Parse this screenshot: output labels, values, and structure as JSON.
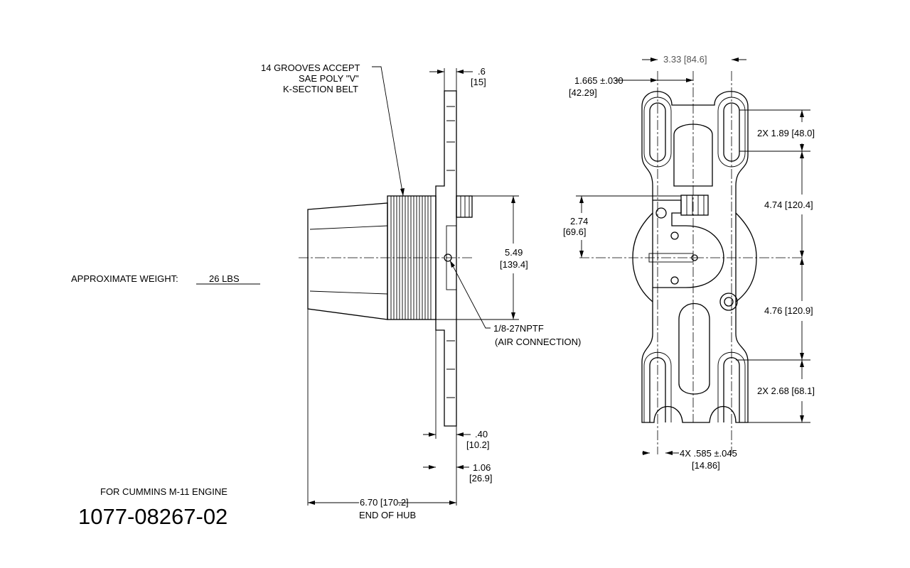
{
  "labels": {
    "grooves_1": "14 GROOVES ACCEPT",
    "grooves_2": "SAE POLY \"V\"",
    "grooves_3": "K-SECTION BELT",
    "weight_label": "APPROXIMATE WEIGHT:",
    "weight_value": "26 LBS",
    "air_1": "1/8-27NPTF",
    "air_2": "(AIR CONNECTION)",
    "engine": "FOR CUMMINS M-11 ENGINE",
    "part_number": "1077-08267-02"
  },
  "dimensions": {
    "flange_thickness": ".6",
    "flange_thickness_mm": "[15]",
    "pulley_dia": "5.49",
    "pulley_dia_mm": "[139.4]",
    "d040": ".40",
    "d040_mm": "[10.2]",
    "d106": "1.06",
    "d106_mm": "[26.9]",
    "end_of_hub": "6.70 [170.2]",
    "end_of_hub_label": "END OF HUB",
    "slot_spacing": "3.33 [84.6]",
    "slot_offset": "1.665 ±.030",
    "slot_offset_mm": "[42.29]",
    "upper_slot_len": "2X 1.89 [48.0]",
    "upper_to_center": "4.74 [120.4]",
    "air_height": "2.74",
    "air_height_mm": "[69.6]",
    "center_to_lower": "4.76 [120.9]",
    "lower_slot_len": "2X 2.68 [68.1]",
    "slot_width": "4X .585 ±.045",
    "slot_width_mm": "[14.86]"
  }
}
